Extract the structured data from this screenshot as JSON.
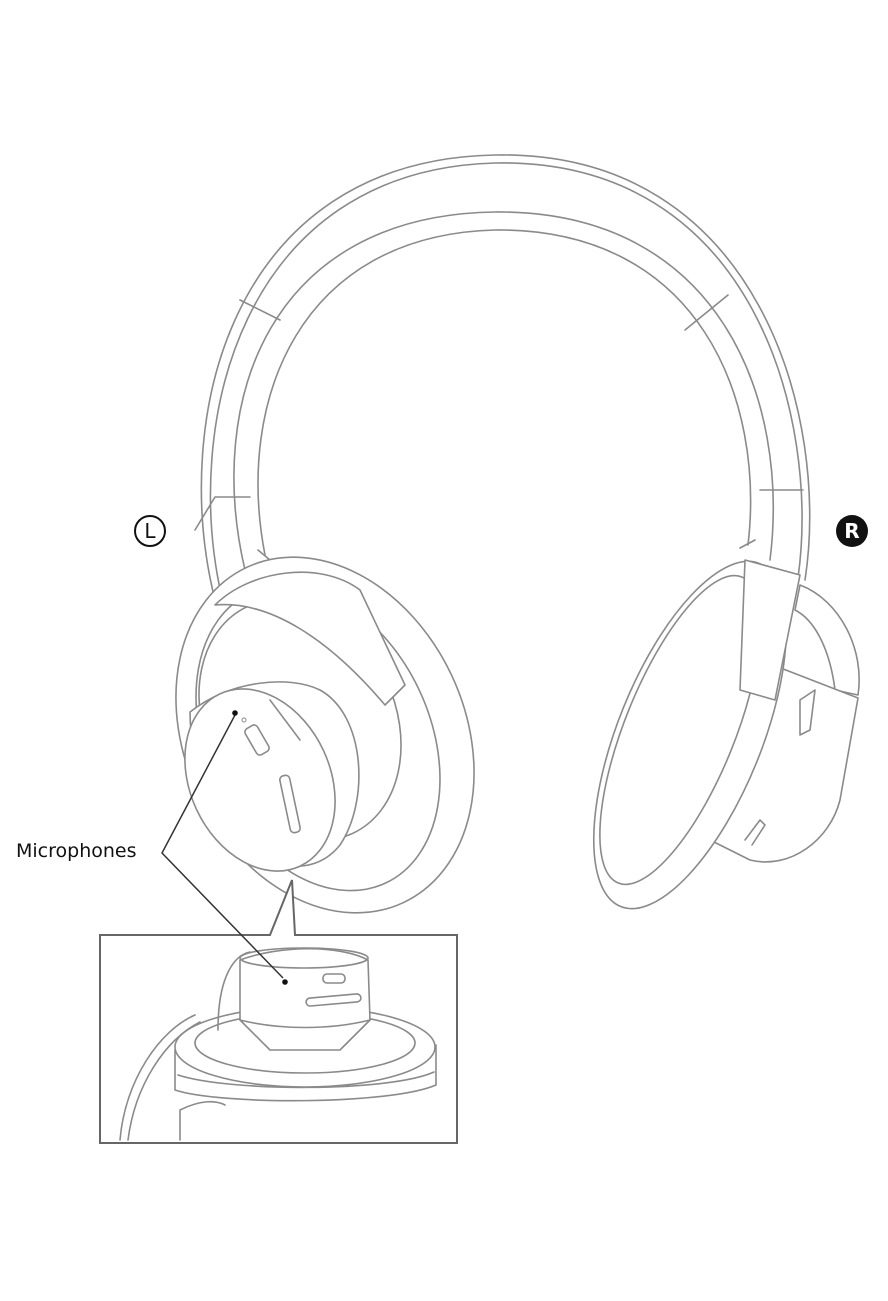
{
  "labels": {
    "microphones": "Microphones"
  },
  "side_markers": {
    "left": "L",
    "right": "R"
  },
  "colors": {
    "line": "#8a8a8a",
    "text": "#111111"
  }
}
